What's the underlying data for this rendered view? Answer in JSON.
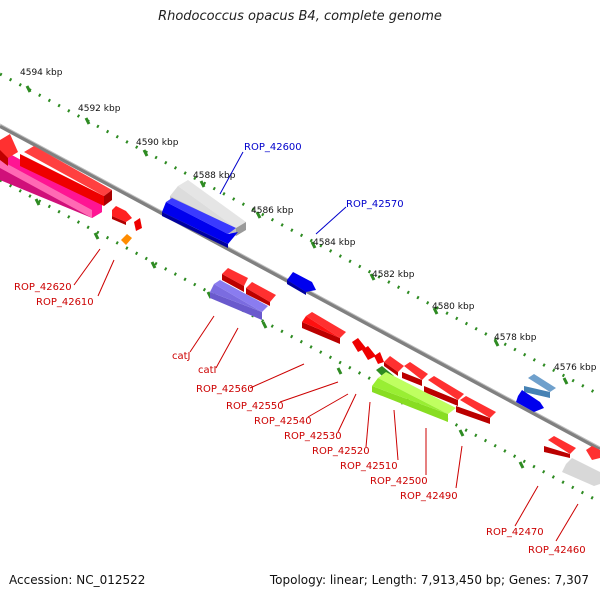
{
  "title": "Rhodococcus opacus B4, complete genome",
  "footer": {
    "accession": "Accession: NC_012522",
    "summary": "Topology: linear; Length: 7,913,450 bp; Genes: 7,307"
  },
  "ruler_labels": [
    "4594 kbp",
    "4592 kbp",
    "4590 kbp",
    "4588 kbp",
    "4586 kbp",
    "4584 kbp",
    "4582 kbp",
    "4580 kbp",
    "4578 kbp",
    "4576 kbp"
  ],
  "gene_labels": [
    {
      "text": "ROP_42600",
      "color": "#0000cc"
    },
    {
      "text": "ROP_42570",
      "color": "#0000cc"
    },
    {
      "text": "ROP_42620",
      "color": "#cc0000"
    },
    {
      "text": "ROP_42610",
      "color": "#cc0000"
    },
    {
      "text": "catJ",
      "color": "#cc0000"
    },
    {
      "text": "catI",
      "color": "#cc0000"
    },
    {
      "text": "ROP_42560",
      "color": "#cc0000"
    },
    {
      "text": "ROP_42550",
      "color": "#cc0000"
    },
    {
      "text": "ROP_42540",
      "color": "#cc0000"
    },
    {
      "text": "ROP_42530",
      "color": "#cc0000"
    },
    {
      "text": "ROP_42520",
      "color": "#cc0000"
    },
    {
      "text": "ROP_42510",
      "color": "#cc0000"
    },
    {
      "text": "ROP_42500",
      "color": "#cc0000"
    },
    {
      "text": "ROP_42490",
      "color": "#cc0000"
    },
    {
      "text": "ROP_42470",
      "color": "#cc0000"
    },
    {
      "text": "ROP_42460",
      "color": "#cc0000"
    }
  ],
  "colors": {
    "forward_gene": "#ff0000",
    "reverse_gene_blue": "#0000ee",
    "pink": "#ff1493",
    "grey": "#c8c8c8",
    "purple": "#6a5acd",
    "lime": "#99ee33",
    "steel": "#4682b4",
    "orange": "#ff8c00",
    "ruler_tick": "#2e8b22",
    "backbone": "#808080"
  }
}
